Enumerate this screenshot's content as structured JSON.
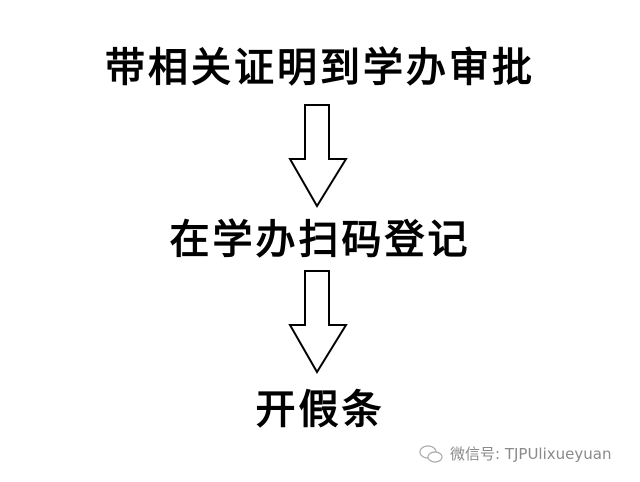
{
  "steps": [
    {
      "label": "带相关证明到学办审批"
    },
    {
      "label": "在学办扫码登记"
    },
    {
      "label": "开假条"
    }
  ],
  "watermark": {
    "text": "微信号: TJPUlixueyuan",
    "icon": "wechat-icon"
  }
}
